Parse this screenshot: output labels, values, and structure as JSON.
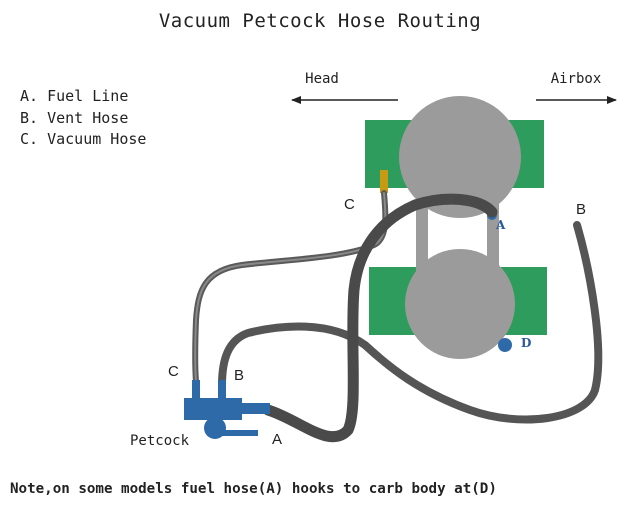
{
  "title": "Vacuum Petcock Hose Routing",
  "legend": [
    "A. Fuel Line",
    "B. Vent Hose",
    "C. Vacuum Hose"
  ],
  "directions": {
    "head": "Head",
    "airbox": "Airbox"
  },
  "labels": {
    "hose_c_carb": "C",
    "hose_a_carb": "A",
    "hose_b_airbox": "B",
    "point_d": "D",
    "port_c": "C",
    "port_b": "B",
    "port_a": "A",
    "petcock": "Petcock"
  },
  "note": "Note,on some models fuel hose(A) hooks to carb body at(D)",
  "colors": {
    "carb_plate": "#2e9c5c",
    "carb_body": "#9b9b9b",
    "hose_dark": "#4a4a4a",
    "hose_light": "#707070",
    "petcock": "#2f6aa8",
    "vacuum_fitting": "#c89a12"
  }
}
